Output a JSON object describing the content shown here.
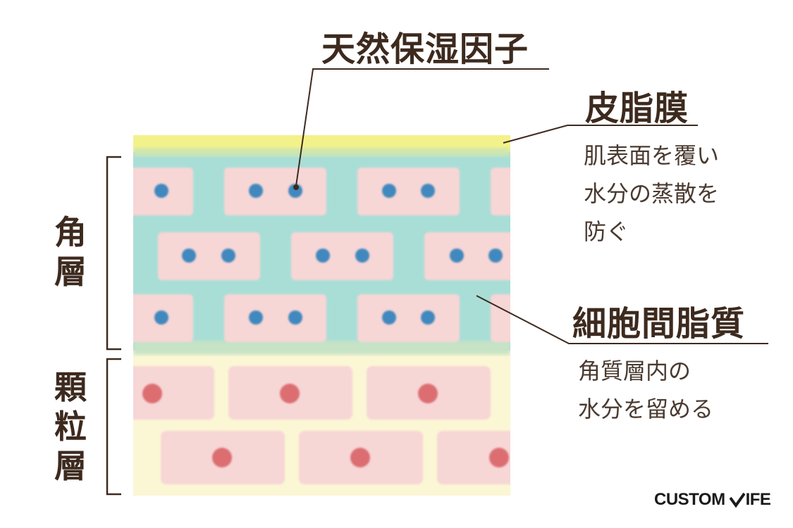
{
  "labels": {
    "nmf_title": "天然保湿因子",
    "sebum_title": "皮脂膜",
    "sebum_desc": "肌表面を覆い\n水分の蒸散を\n防ぐ",
    "lipid_title": "細胞間脂質",
    "lipid_desc": "角質層内の\n水分を留める",
    "stratum_corneum": "角\n層",
    "granular_layer": "顆\n粒\n層"
  },
  "logo": {
    "left_text": "CUSTOM",
    "right_text": "IFE"
  },
  "colors": {
    "sebum_yellow": "#f3f28a",
    "lipid_teal": "#a9ded6",
    "cell_pink": "#f7d6d6",
    "granular_bg": "#fbf6d4",
    "nucleus_blue": "#3f88bd",
    "nucleus_red": "#dc6e72",
    "text_dark": "#3d2a1e",
    "line": "#3d2a1e"
  }
}
